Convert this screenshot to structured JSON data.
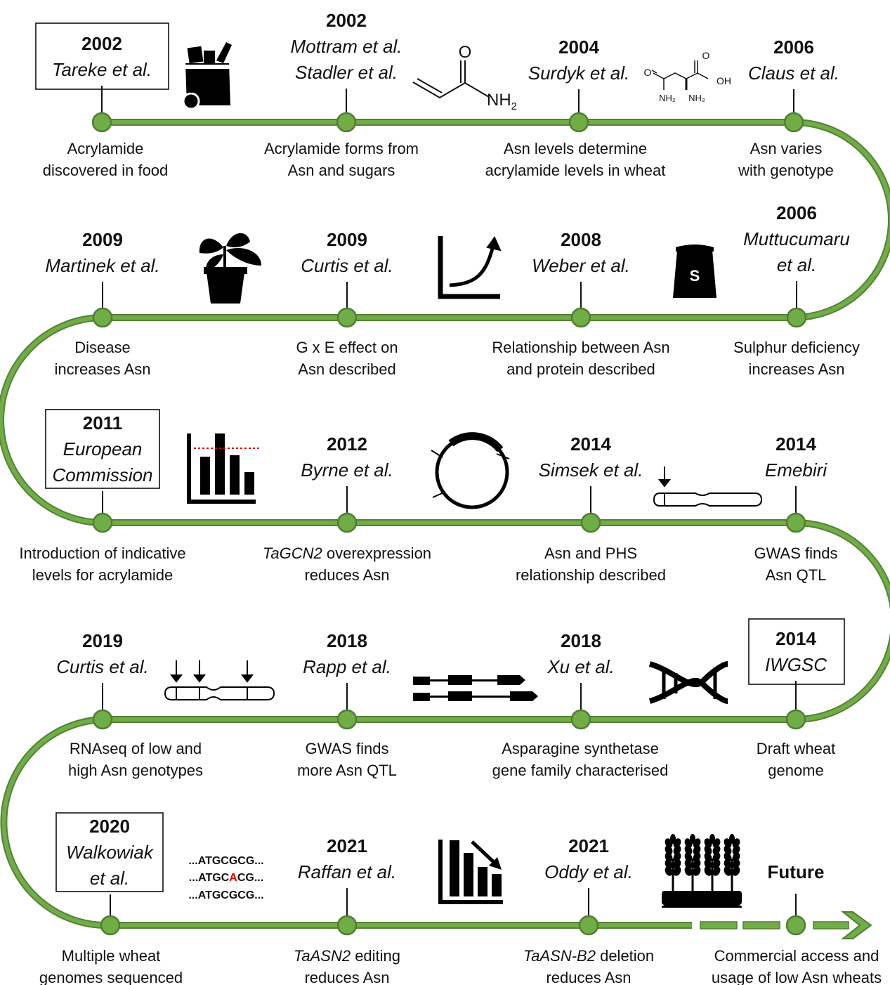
{
  "events": [
    {
      "id": "tareke",
      "year": "2002",
      "author_lines": [
        "Tareke et al."
      ],
      "desc_lines": [
        "Acrylamide",
        "discovered in food"
      ]
    },
    {
      "id": "mottram",
      "year": "2002",
      "author_lines": [
        "Mottram et al.",
        "Stadler et al."
      ],
      "desc_lines": [
        "Acrylamide forms from",
        "Asn and sugars"
      ]
    },
    {
      "id": "surdyk",
      "year": "2004",
      "author_lines": [
        "Surdyk et al."
      ],
      "desc_lines": [
        "Asn levels determine",
        "acrylamide levels in wheat"
      ]
    },
    {
      "id": "claus",
      "year": "2006",
      "author_lines": [
        "Claus et al."
      ],
      "desc_lines": [
        "Asn varies",
        "with genotype"
      ]
    },
    {
      "id": "martinek",
      "year": "2009",
      "author_lines": [
        "Martinek et al."
      ],
      "desc_lines": [
        "Disease",
        "increases Asn"
      ]
    },
    {
      "id": "curtis2009",
      "year": "2009",
      "author_lines": [
        "Curtis et al."
      ],
      "desc_lines": [
        "G x E effect on",
        "Asn described"
      ]
    },
    {
      "id": "weber",
      "year": "2008",
      "author_lines": [
        "Weber et al."
      ],
      "desc_lines": [
        "Relationship between Asn",
        "and protein described"
      ]
    },
    {
      "id": "muttucumaru",
      "year": "2006",
      "author_lines": [
        "Muttucumaru",
        "et al."
      ],
      "desc_lines": [
        "Sulphur deficiency",
        "increases Asn"
      ]
    },
    {
      "id": "ec",
      "year": "2011",
      "author_lines": [
        "European",
        "Commission"
      ],
      "desc_lines": [
        "Introduction of indicative",
        "levels for acrylamide"
      ]
    },
    {
      "id": "byrne",
      "year": "2012",
      "author_lines": [
        "Byrne et al."
      ],
      "desc_lines": [
        "TaGCN2 overexpression",
        "reduces Asn"
      ],
      "italic_prefix": "TaGCN2"
    },
    {
      "id": "simsek",
      "year": "2014",
      "author_lines": [
        "Simsek et al."
      ],
      "desc_lines": [
        "Asn and PHS",
        "relationship described"
      ]
    },
    {
      "id": "emebiri",
      "year": "2014",
      "author_lines": [
        "Emebiri"
      ],
      "desc_lines": [
        "GWAS finds",
        "Asn QTL"
      ]
    },
    {
      "id": "curtis2019",
      "year": "2019",
      "author_lines": [
        "Curtis et al."
      ],
      "desc_lines": [
        "RNAseq of low and",
        "high Asn genotypes"
      ]
    },
    {
      "id": "rapp",
      "year": "2018",
      "author_lines": [
        "Rapp et al."
      ],
      "desc_lines": [
        "GWAS finds",
        "more Asn QTL"
      ]
    },
    {
      "id": "xu",
      "year": "2018",
      "author_lines": [
        "Xu et al."
      ],
      "desc_lines": [
        "Asparagine synthetase",
        "gene family characterised"
      ]
    },
    {
      "id": "iwgsc",
      "year": "2014",
      "author_lines": [
        "IWGSC"
      ],
      "desc_lines": [
        "Draft wheat",
        "genome"
      ]
    },
    {
      "id": "walkowiak",
      "year": "2020",
      "author_lines": [
        "Walkowiak",
        "et al."
      ],
      "desc_lines": [
        "Multiple wheat",
        "genomes sequenced"
      ]
    },
    {
      "id": "raffan",
      "year": "2021",
      "author_lines": [
        "Raffan et al."
      ],
      "desc_lines": [
        "TaASN2 editing",
        "reduces Asn"
      ],
      "italic_prefix": "TaASN2"
    },
    {
      "id": "oddy",
      "year": "2021",
      "author_lines": [
        "Oddy et al."
      ],
      "desc_lines": [
        "TaASN-B2 deletion",
        "reduces Asn"
      ],
      "italic_prefix": "TaASN-B2"
    },
    {
      "id": "future",
      "year": "Future",
      "author_lines": [],
      "desc_lines": [
        "Commercial access and",
        "usage of low Asn wheats"
      ]
    }
  ],
  "molecules": {
    "acrylamide": {
      "o": "O",
      "nh2": "NH",
      "sub": "2"
    },
    "asparagine": {
      "o_left": "O",
      "o_right": "O",
      "oh": "OH",
      "nh2_a": "NH₂",
      "nh2_b": "NH₂"
    }
  },
  "sulphur_bag_label": "S",
  "sequences": {
    "line1": "...ATGCGCG...",
    "line2_pre": "...ATGC",
    "line2_mut": "A",
    "line2_post": "CG...",
    "line3": "...ATGCGCG..."
  },
  "colors": {
    "track": "#548235",
    "track_fill": "#70ad47",
    "mutation": "#e00000"
  },
  "icons": [
    "grocery-bag-icon",
    "acrylamide-structure-icon",
    "asparagine-structure-icon",
    "potted-plant-icon",
    "growth-curve-icon",
    "sulphur-bag-icon",
    "bar-chart-threshold-icon",
    "plasmid-icon",
    "chromosome-single-marker-icon",
    "chromosome-three-markers-icon",
    "gene-models-icon",
    "dna-helix-icon",
    "sequence-edit-icon",
    "bar-chart-decrease-icon",
    "wheat-field-icon"
  ]
}
